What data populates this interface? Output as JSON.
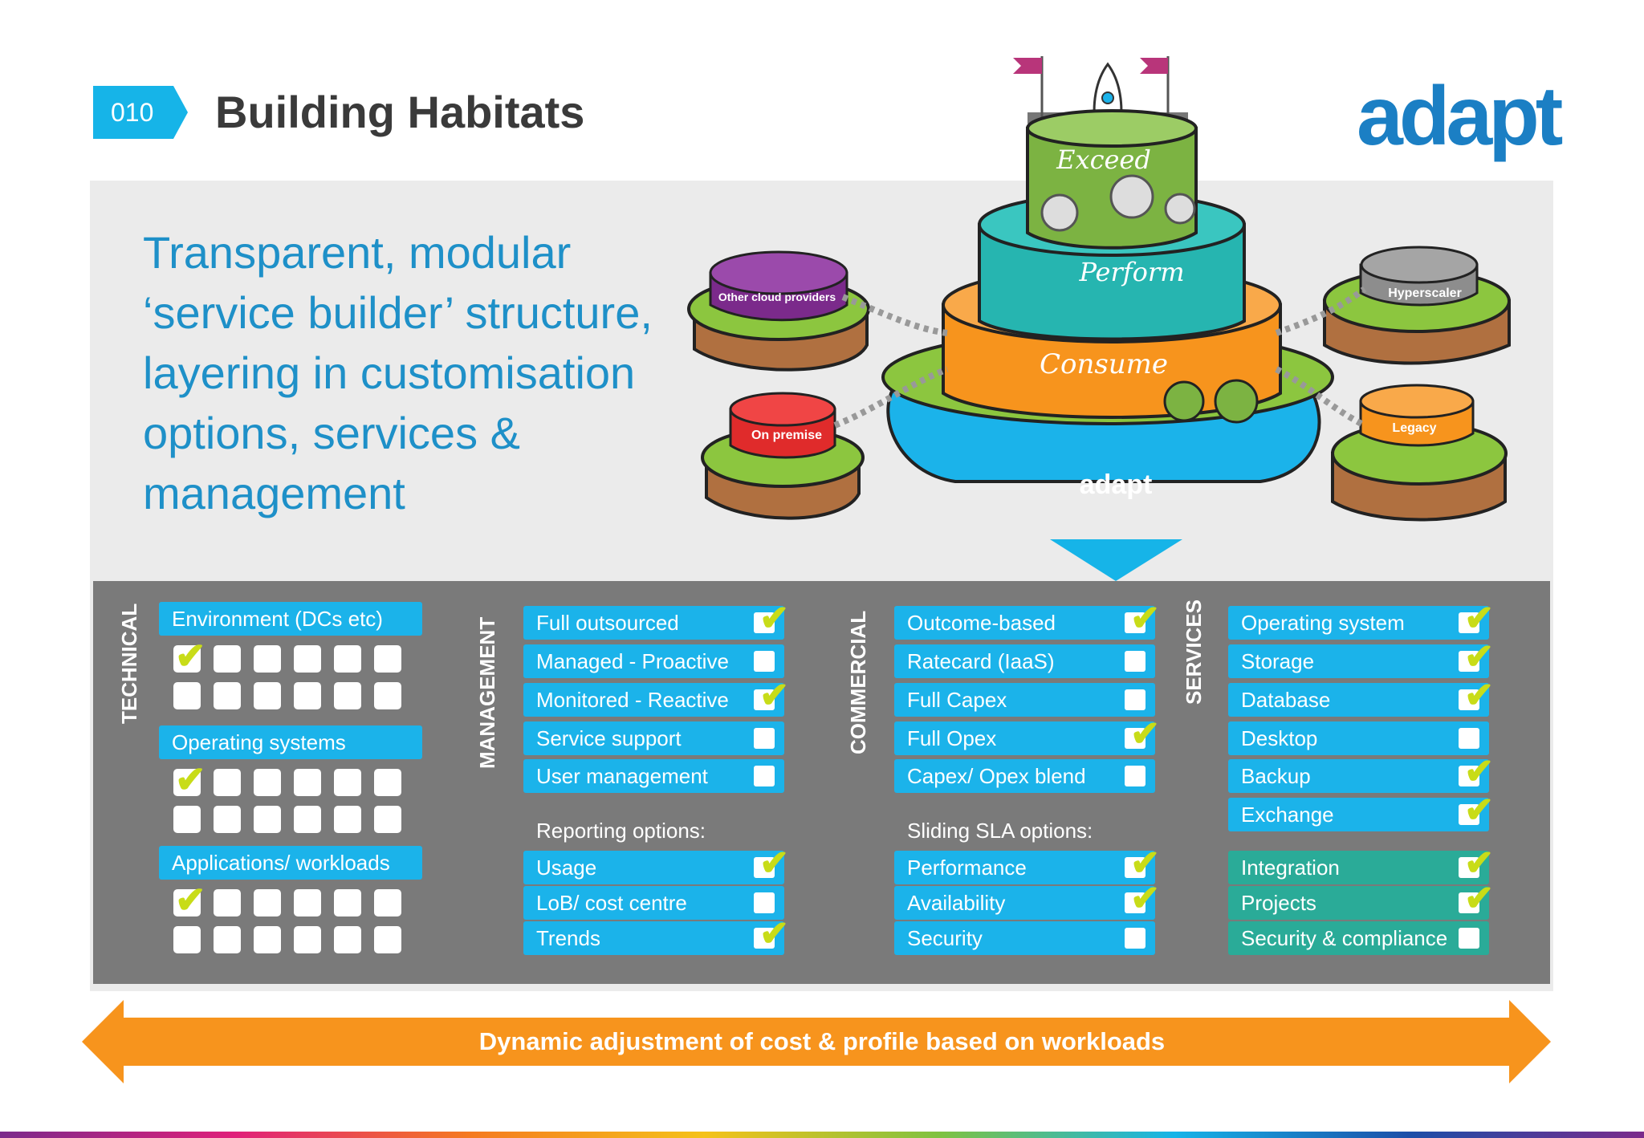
{
  "header": {
    "number": "010",
    "title": "Building Habitats",
    "logo": "adapt"
  },
  "tagline": "Transparent, modular ‘service builder’ structure, layering in customisation options, services & management",
  "illustration": {
    "tiers": [
      "Exceed",
      "Perform",
      "Consume"
    ],
    "base_label": "adapt",
    "islands": [
      "Other cloud providers",
      "On premise",
      "Hyperscaler",
      "Legacy"
    ]
  },
  "technical": {
    "label": "TECHNICAL",
    "groups": [
      {
        "label": "Environment (DCs etc)",
        "checked_count": 1
      },
      {
        "label": "Operating systems",
        "checked_count": 1
      },
      {
        "label": "Applications/ workloads",
        "checked_count": 1
      }
    ]
  },
  "management": {
    "label": "MANAGEMENT",
    "items": [
      {
        "label": "Full outsourced",
        "checked": true
      },
      {
        "label": "Managed - Proactive",
        "checked": false
      },
      {
        "label": "Monitored - Reactive",
        "checked": true
      },
      {
        "label": "Service support",
        "checked": false
      },
      {
        "label": "User management",
        "checked": false
      }
    ],
    "sub_heading": "Reporting options:",
    "sub_items": [
      {
        "label": "Usage",
        "checked": true
      },
      {
        "label": "LoB/ cost centre",
        "checked": false
      },
      {
        "label": "Trends",
        "checked": true
      }
    ]
  },
  "commercial": {
    "label": "COMMERCIAL",
    "items": [
      {
        "label": "Outcome-based",
        "checked": true
      },
      {
        "label": "Ratecard (IaaS)",
        "checked": false
      },
      {
        "label": "Full Capex",
        "checked": false
      },
      {
        "label": "Full Opex",
        "checked": true
      },
      {
        "label": "Capex/ Opex blend",
        "checked": false
      }
    ],
    "sub_heading": "Sliding SLA options:",
    "sub_items": [
      {
        "label": "Performance",
        "checked": true
      },
      {
        "label": "Availability",
        "checked": true
      },
      {
        "label": "Security",
        "checked": false
      }
    ]
  },
  "services": {
    "label": "SERVICES",
    "items": [
      {
        "label": "Operating system",
        "checked": true
      },
      {
        "label": "Storage",
        "checked": true
      },
      {
        "label": "Database",
        "checked": true
      },
      {
        "label": "Desktop",
        "checked": false
      },
      {
        "label": "Backup",
        "checked": true
      },
      {
        "label": "Exchange",
        "checked": true
      }
    ],
    "sub_items": [
      {
        "label": "Integration",
        "checked": true
      },
      {
        "label": "Projects",
        "checked": true
      },
      {
        "label": "Security & compliance",
        "checked": false
      }
    ]
  },
  "footer_arrow": "Dynamic adjustment of cost & profile based on workloads",
  "colors": {
    "accent": "#16b4e8",
    "logo": "#1b7fc4",
    "check": "#c8dc18",
    "orange": "#f7941d",
    "teal": "#2aab98"
  }
}
